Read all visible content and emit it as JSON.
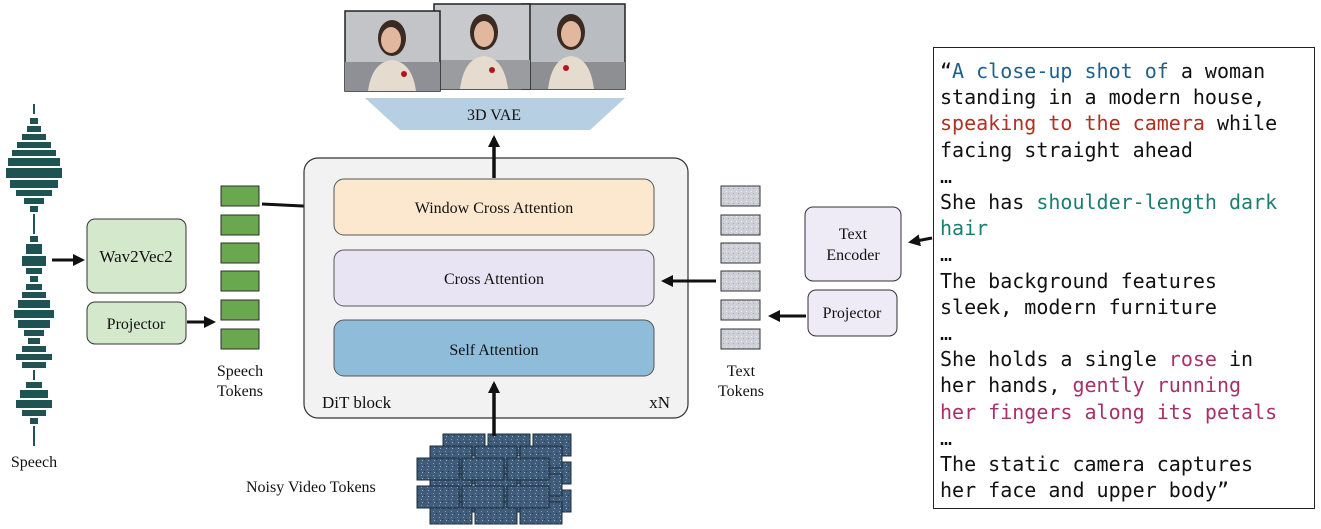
{
  "labels": {
    "speech": "Speech",
    "wav2vec": "Wav2Vec2",
    "projector_left": "Projector",
    "speech_tokens": [
      "Speech",
      "Tokens"
    ],
    "window_cross_attention": "Window Cross Attention",
    "cross_attention": "Cross Attention",
    "self_attention": "Self Attention",
    "dit_block": "DiT block",
    "xn": "xN",
    "vae": "3D VAE",
    "noisy_video_tokens": "Noisy Video Tokens",
    "text_tokens": [
      "Text",
      "Tokens"
    ],
    "text_encoder": [
      "Text",
      "Encoder"
    ],
    "projector_right": "Projector"
  },
  "prompt": {
    "lines": [
      [
        {
          "t": "“",
          "c": ""
        },
        {
          "t": "A close-up shot of",
          "c": "blue"
        },
        {
          "t": " a woman",
          "c": ""
        }
      ],
      [
        {
          "t": "standing in a modern house,",
          "c": ""
        }
      ],
      [
        {
          "t": "speaking to the camera",
          "c": "red"
        },
        {
          "t": " while",
          "c": ""
        }
      ],
      [
        {
          "t": "facing straight ahead",
          "c": ""
        }
      ],
      [
        {
          "t": "…",
          "c": ""
        }
      ],
      [
        {
          "t": "She has ",
          "c": ""
        },
        {
          "t": "shoulder-length dark",
          "c": "teal"
        }
      ],
      [
        {
          "t": "hair",
          "c": "teal"
        }
      ],
      [
        {
          "t": "…",
          "c": ""
        }
      ],
      [
        {
          "t": "The background features",
          "c": ""
        }
      ],
      [
        {
          "t": "sleek, modern furniture",
          "c": ""
        }
      ],
      [
        {
          "t": "…",
          "c": ""
        }
      ],
      [
        {
          "t": "She holds a single ",
          "c": ""
        },
        {
          "t": "rose",
          "c": "rose"
        },
        {
          "t": " in",
          "c": ""
        }
      ],
      [
        {
          "t": "her hands, ",
          "c": ""
        },
        {
          "t": "gently running",
          "c": "rose"
        }
      ],
      [
        {
          "t": "her fingers along its petals",
          "c": "rose"
        }
      ],
      [
        {
          "t": "…",
          "c": ""
        }
      ],
      [
        {
          "t": "The static camera captures",
          "c": ""
        }
      ],
      [
        {
          "t": "her face and upper body”",
          "c": ""
        }
      ]
    ]
  },
  "colors": {
    "window_cross_attention": "#fbe8cf",
    "cross_attention": "#e9e4f3",
    "self_attention": "#8fbcd8",
    "wav2vec": "#d4e8cc",
    "speech_token": "#6aa84f",
    "text_token": "#cfcfd8",
    "text_encoder": "#eeeaf6",
    "vae": "#b7cfe2",
    "dit_block": "#f2f2f2",
    "video_token": "#3f5c7a",
    "waveform": "#1f5252"
  },
  "icons": {
    "video_frames": "woman-portrait-frames-icon",
    "waveform": "audio-waveform-icon"
  }
}
